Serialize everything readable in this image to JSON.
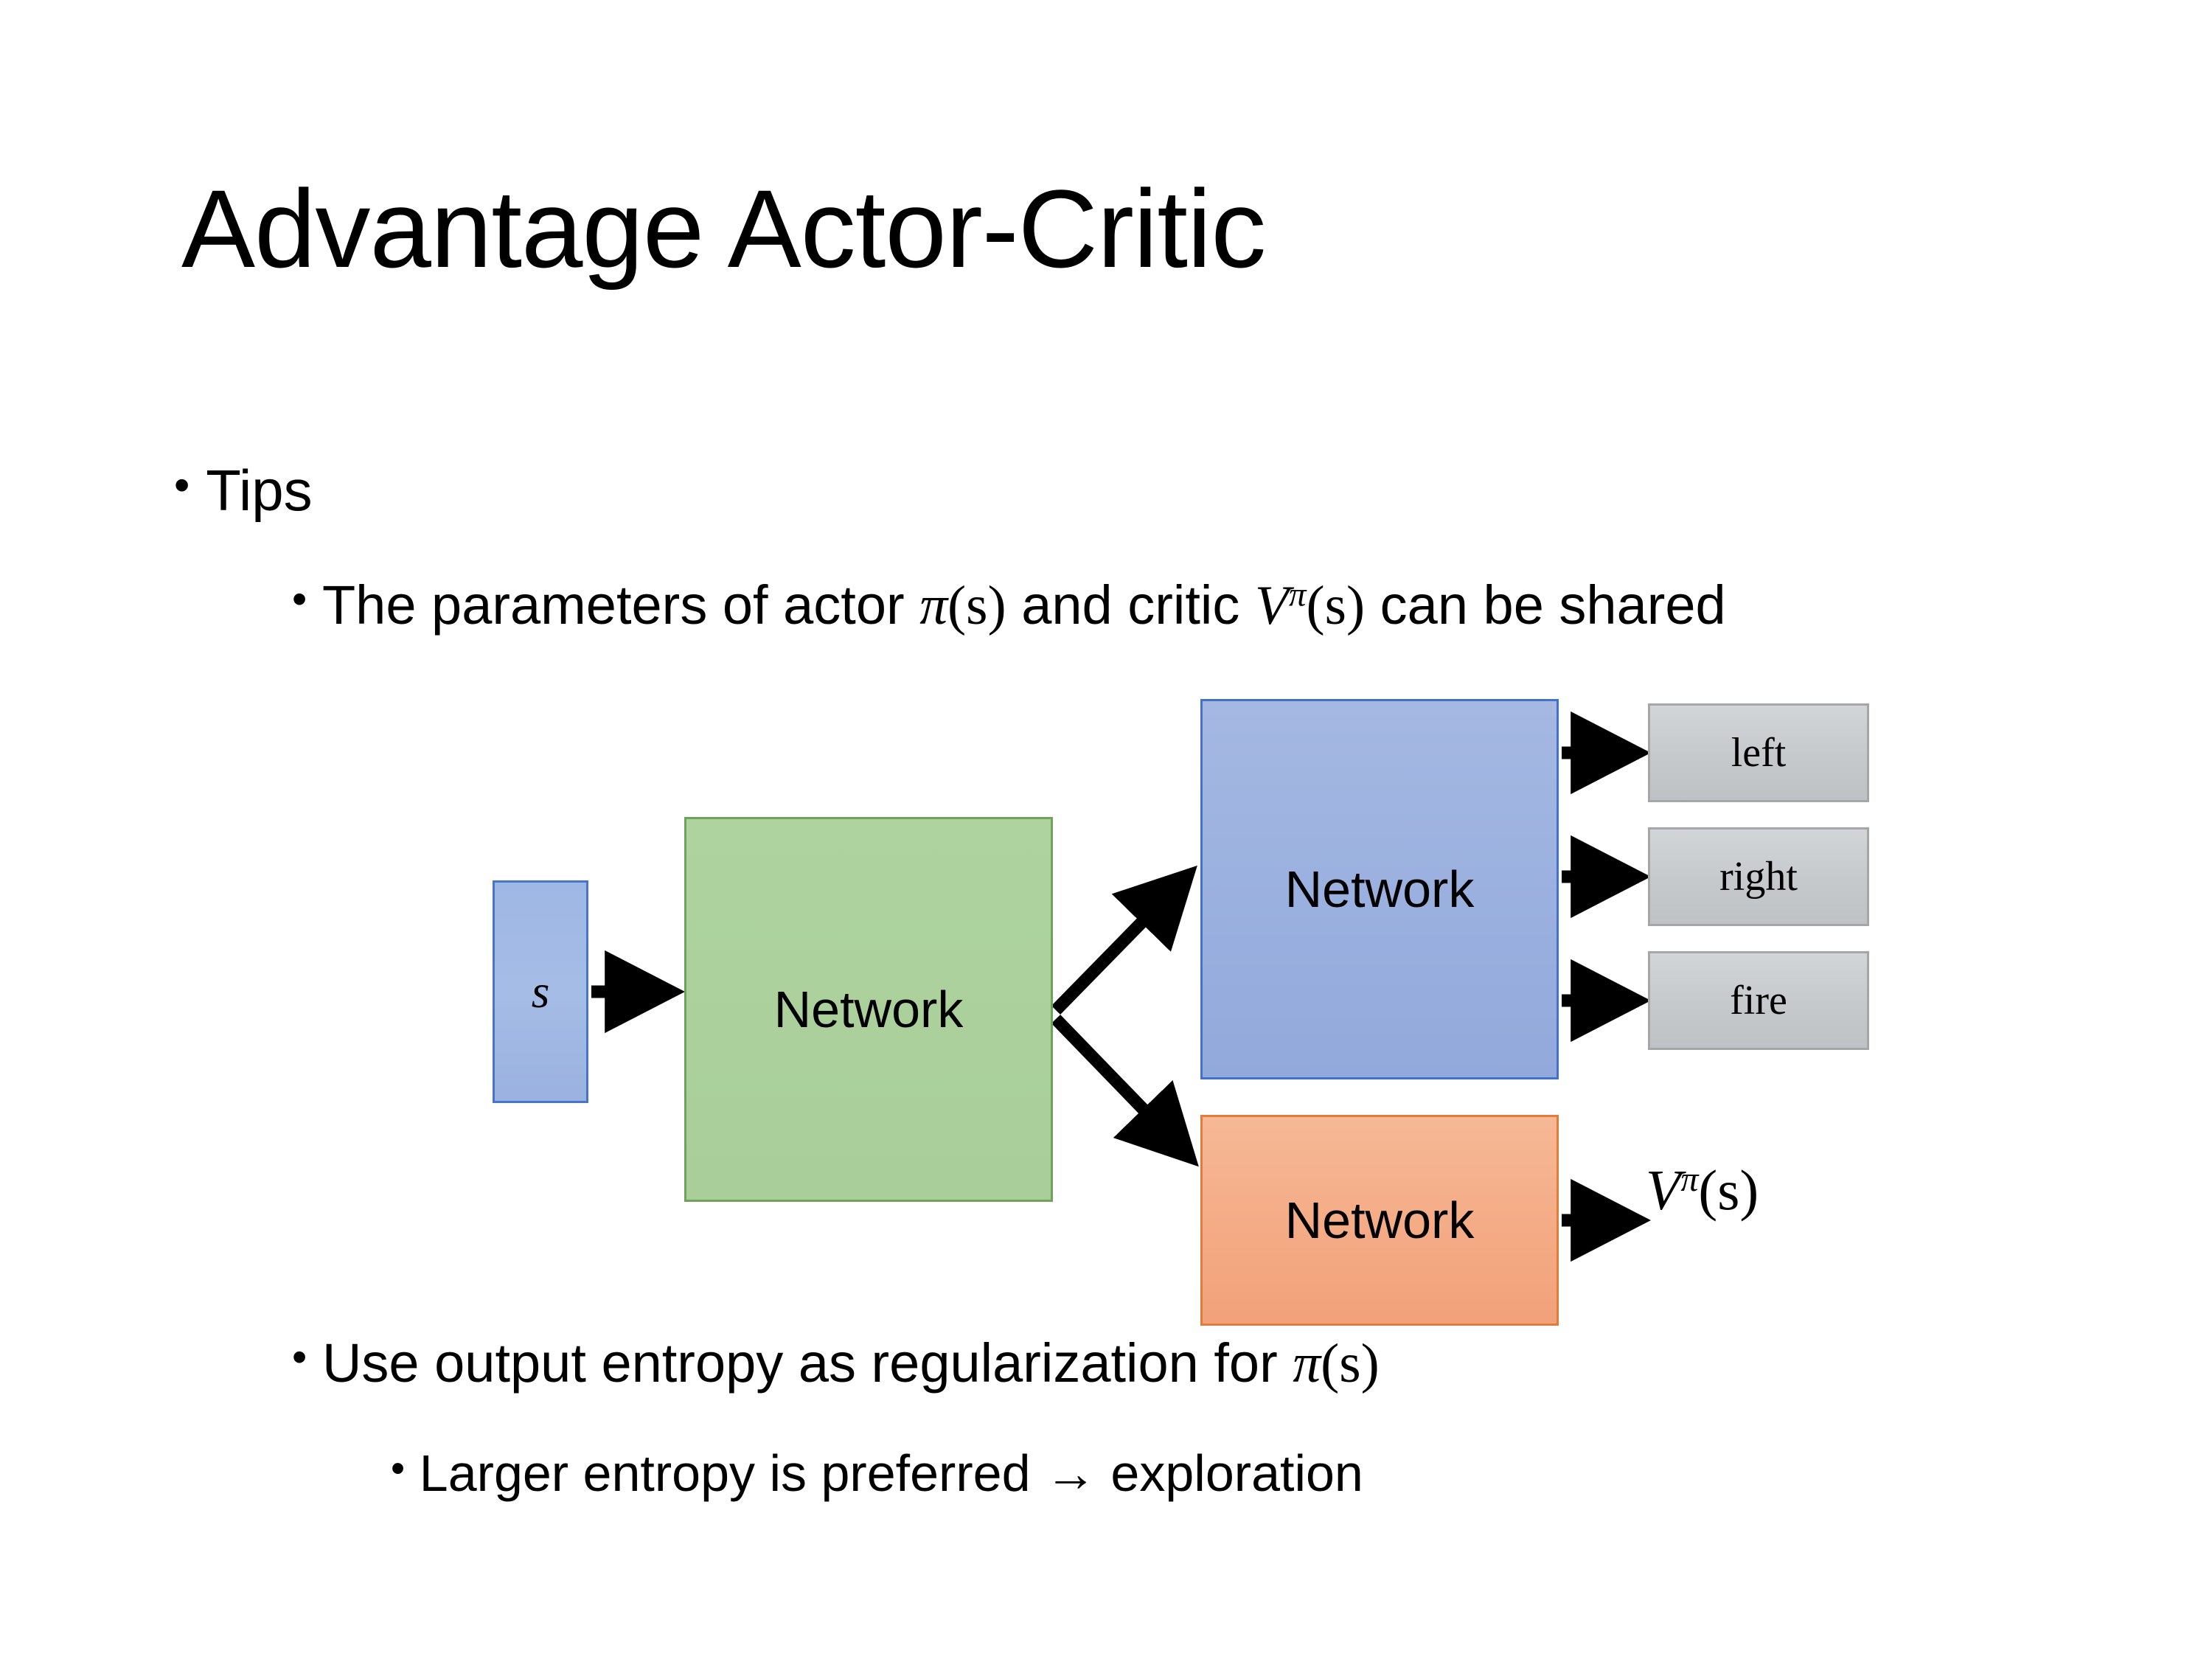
{
  "slide": {
    "title": "Advantage Actor-Critic",
    "background_color": "#FFFFFF"
  },
  "bullets": {
    "tips": "Tips",
    "shared_params": {
      "prefix": "The parameters of actor ",
      "actor_symbol_base": "π",
      "actor_symbol_args": "(s)",
      "middle": "  and critic ",
      "critic_symbol_base": "V",
      "critic_symbol_sup": "π",
      "critic_symbol_args": "(s)",
      "suffix": " can be shared",
      "full_text": "The parameters of actor π(s)  and critic Vπ(s) can be shared"
    },
    "entropy": {
      "prefix": "Use output entropy as regularization for ",
      "symbol_base": "π",
      "symbol_args": "(s)",
      "full_text": "Use output entropy as regularization for π(s)"
    },
    "larger_entropy": "Larger entropy is preferred → exploration"
  },
  "diagram": {
    "state_node": {
      "label": "s",
      "fill": "#A3B9E4",
      "border": "#4876C4"
    },
    "shared_network": {
      "label": "Network",
      "fill": "#AAD09C",
      "border": "#6FA35B"
    },
    "actor_network": {
      "label": "Network",
      "fill": "#9BB1DE",
      "border": "#4472C4"
    },
    "critic_network": {
      "label": "Network",
      "fill": "#F4AF8C",
      "border": "#E07C3C"
    },
    "action_outputs": [
      {
        "label": "left",
        "fill": "#C9CCCF",
        "border": "#A6A6A6"
      },
      {
        "label": "right",
        "fill": "#C9CCCF",
        "border": "#A6A6A6"
      },
      {
        "label": "fire",
        "fill": "#C9CCCF",
        "border": "#A6A6A6"
      }
    ],
    "critic_output": {
      "base": "V",
      "sup": "π",
      "args": "(s)",
      "full_text": "Vπ(s)"
    },
    "arrow_color": "#000000"
  }
}
